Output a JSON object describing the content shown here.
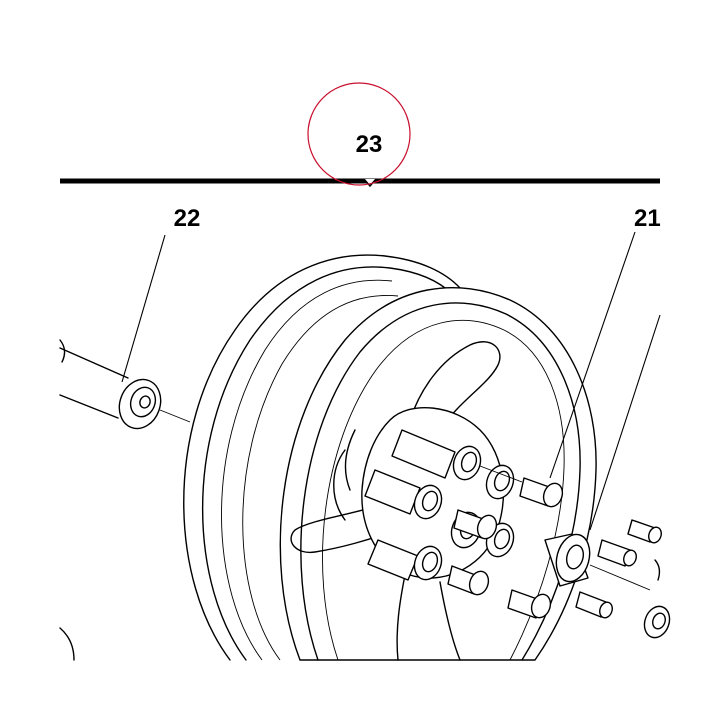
{
  "callouts": {
    "main": "23",
    "left": "22",
    "right": "21"
  },
  "colors": {
    "line": "#000000",
    "background": "#ffffff",
    "highlight_circle": "#c8102e"
  }
}
